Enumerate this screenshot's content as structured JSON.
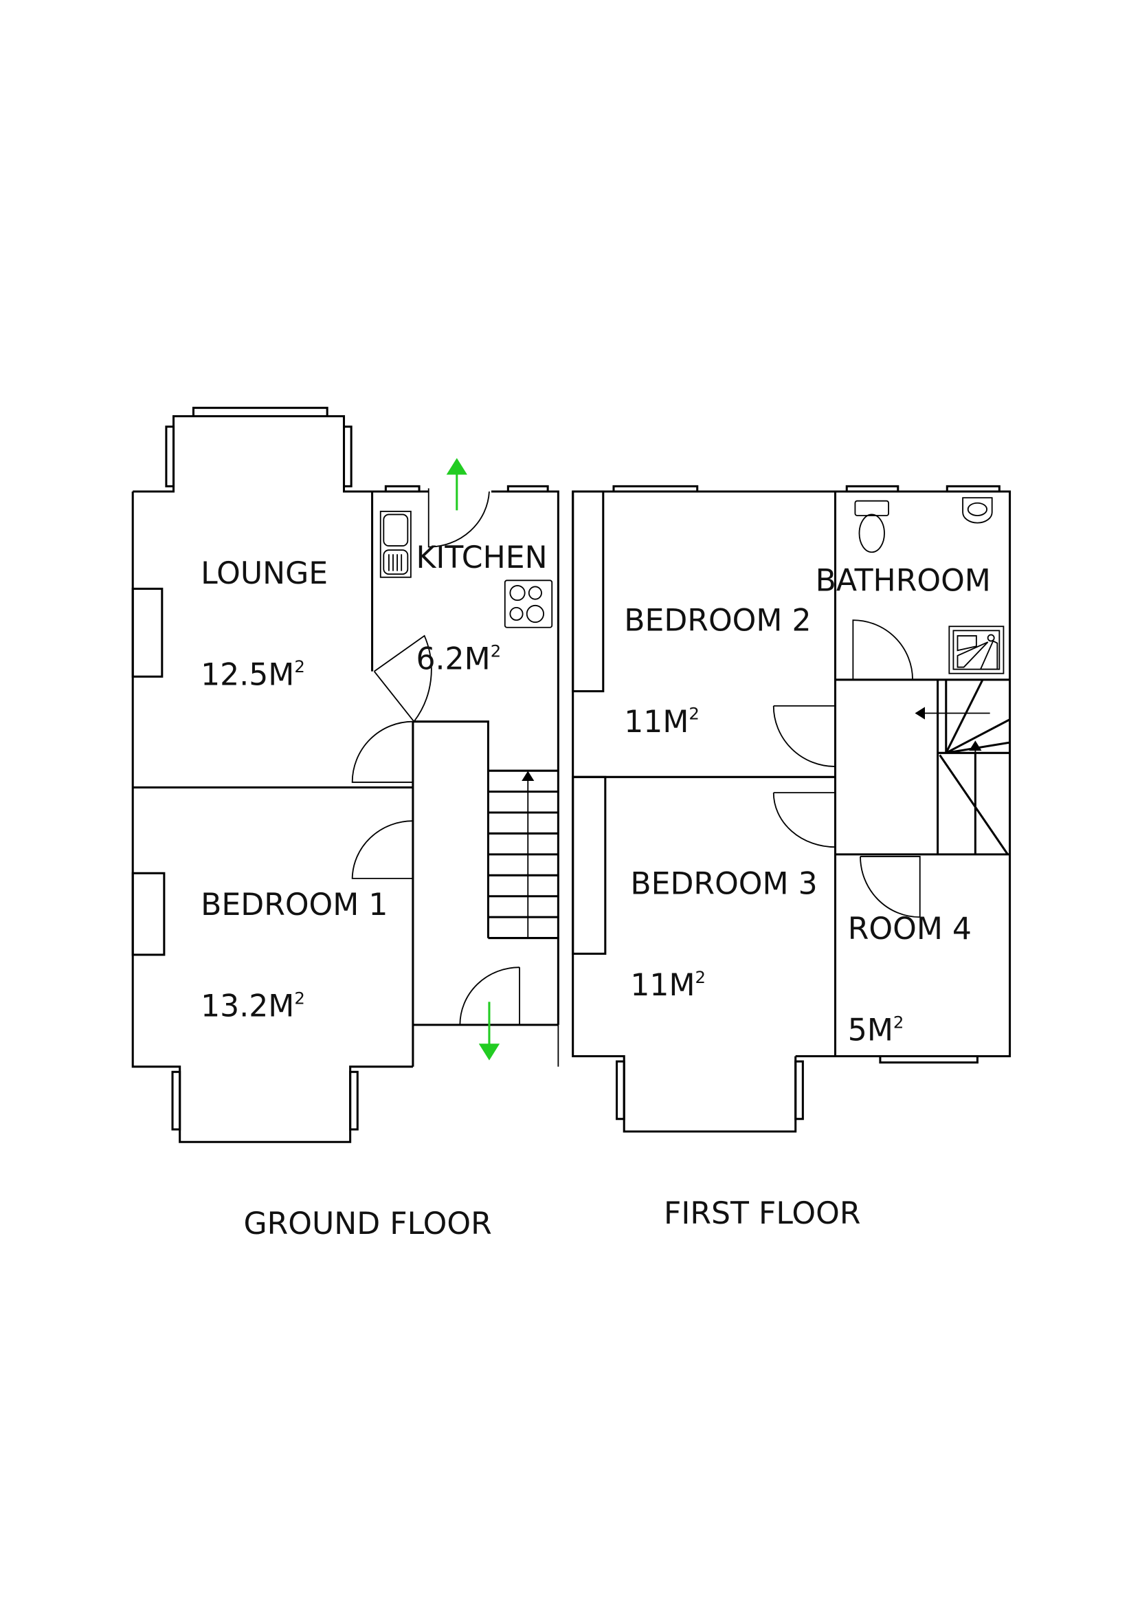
{
  "ground_floor": {
    "title": "GROUND FLOOR",
    "rooms": [
      {
        "name": "LOUNGE",
        "area": "12.5M",
        "unit_sup": "2"
      },
      {
        "name": "KITCHEN",
        "area": "6.2M",
        "unit_sup": "2"
      },
      {
        "name": "BEDROOM 1",
        "area": "13.2M",
        "unit_sup": "2"
      }
    ]
  },
  "first_floor": {
    "title": "FIRST FLOOR",
    "rooms": [
      {
        "name": "BEDROOM 2",
        "area": "11M",
        "unit_sup": "2"
      },
      {
        "name": "BATHROOM"
      },
      {
        "name": "BEDROOM 3",
        "area": "11M",
        "unit_sup": "2"
      },
      {
        "name": "ROOM 4",
        "area": "5M",
        "unit_sup": "2"
      }
    ]
  },
  "colors": {
    "walls": "#000000",
    "exit_arrows": "#22cc22"
  }
}
